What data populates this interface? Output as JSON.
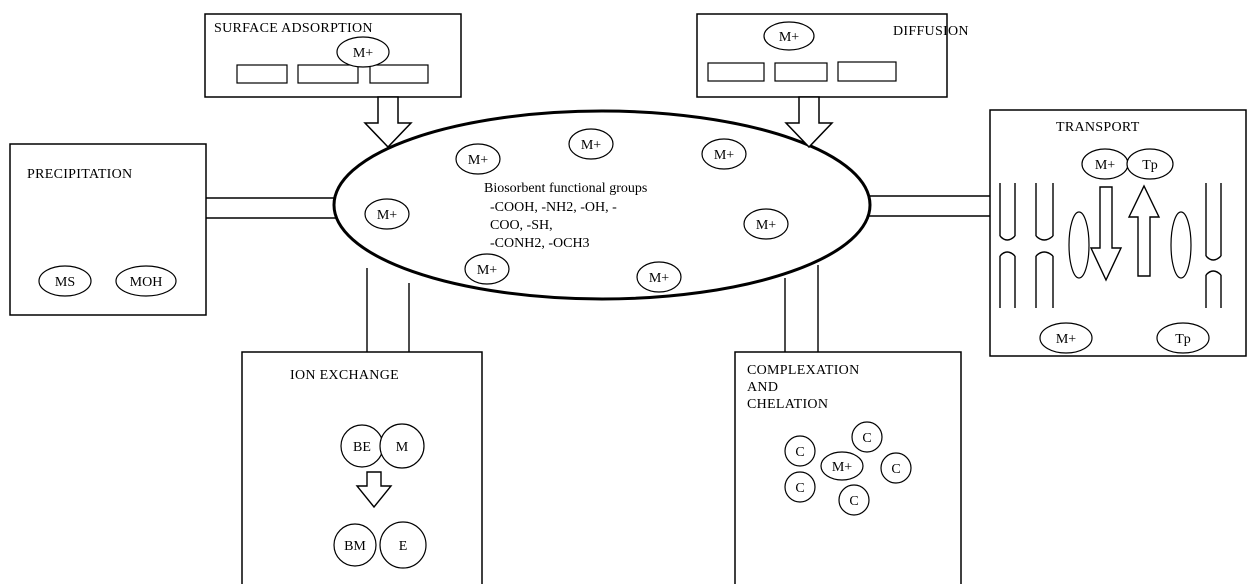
{
  "center": {
    "title": "Biosorbent functional groups",
    "groups": [
      "-COOH, -NH2, -OH, -",
      "COO, -SH,",
      "-CONH2, -OCH3"
    ],
    "ions": [
      "M+",
      "M+",
      "M+",
      "M+",
      "M+",
      "M+",
      "M+"
    ]
  },
  "surface_adsorption": {
    "label": "SURFACE ADSORPTION",
    "ion": "M+"
  },
  "diffusion": {
    "label": "DIFFUSION",
    "ion": "M+"
  },
  "precipitation": {
    "label": "PRECIPITATION",
    "items": [
      "MS",
      "MOH"
    ]
  },
  "transport": {
    "label": "TRANSPORT",
    "top": [
      "M+",
      "Tp"
    ],
    "bottom": [
      "M+",
      "Tp"
    ]
  },
  "ion_exchange": {
    "label": "ION EXCHANGE",
    "before": [
      "BE",
      "M"
    ],
    "after": [
      "BM",
      "E"
    ]
  },
  "complexation": {
    "label_lines": [
      "COMPLEXATION",
      "AND",
      "CHELATION"
    ],
    "center": "M+",
    "ligands": [
      "C",
      "C",
      "C",
      "C",
      "C"
    ]
  }
}
